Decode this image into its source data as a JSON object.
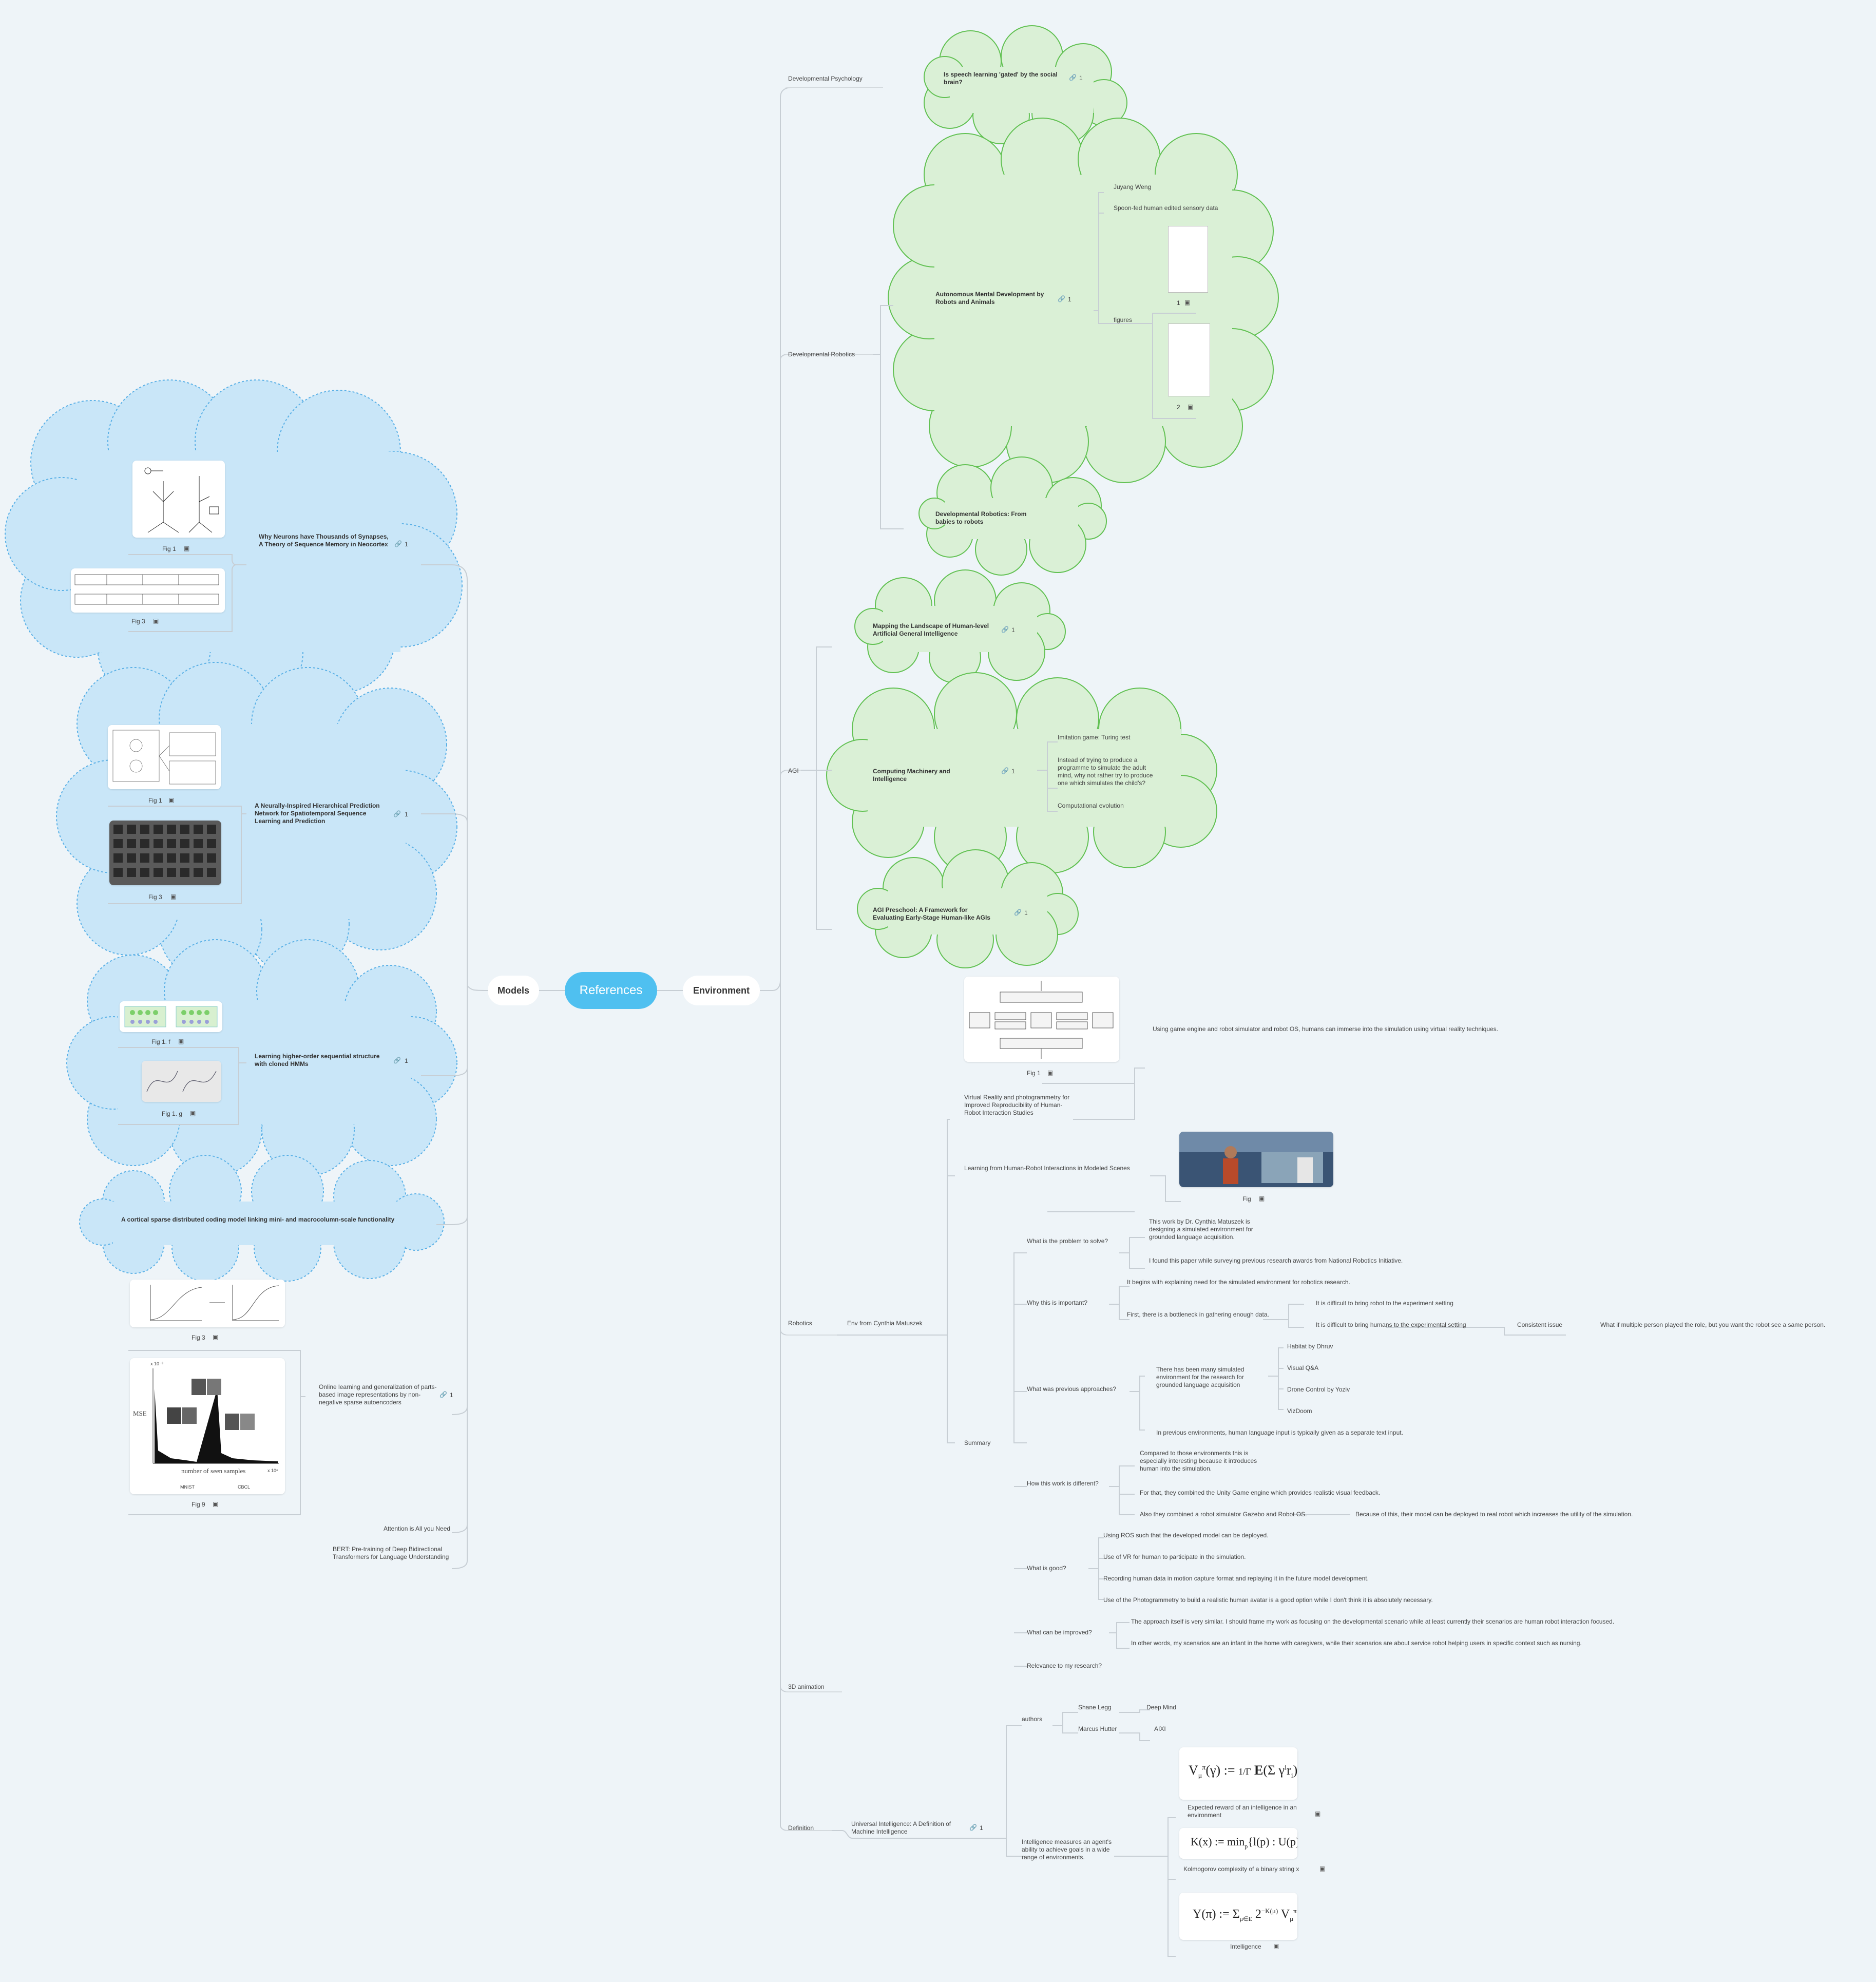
{
  "center": {
    "label": "References"
  },
  "models": {
    "label": "Models",
    "hawkins": {
      "title": "Why Neurons have Thousands of Synapses, A Theory of Sequence Memory in Neocortex",
      "link_count": "1",
      "fig1": "Fig 1",
      "fig3": "Fig 3"
    },
    "nihpn": {
      "title": "A Neurally-Inspired Hierarchical Prediction Network for Spatiotemporal Sequence Learning and Prediction",
      "link_count": "1",
      "fig1": "Fig 1",
      "fig3": "Fig 3"
    },
    "chmm": {
      "title": "Learning higher-order sequential structure with cloned HMMs",
      "link_count": "1",
      "figf": "Fig 1. f",
      "figg": "Fig 1. g"
    },
    "sdc": {
      "title": "A cortical sparse distributed coding model linking mini- and macrocolumn-scale functionality"
    },
    "nnsa": {
      "title": "Online learning and generalization of parts-based image representations by non-negative sparse autoencoders",
      "link_count": "1",
      "fig3": "Fig 3",
      "fig9": "Fig 9",
      "fig9_xlabel": "number of seen samples",
      "fig9_ylabel": "MSE",
      "fig9_exp": "x 10⁻³",
      "fig9_xexp": "x 10⁶",
      "fig9_mnist": "MNIST",
      "fig9_cbcl": "CBCL"
    },
    "attention": "Attention is All you Need",
    "bert": "BERT: Pre-training of Deep Bidirectional Transformers for Language Understanding"
  },
  "environment": {
    "label": "Environment",
    "devpsych": {
      "label": "Developmental Psychology",
      "paper": "Is speech learning 'gated' by the social brain?",
      "link_count": "1"
    },
    "devrob": {
      "label": "Developmental Robotics",
      "amd": "Autonomous Mental Development by Robots and Animals",
      "amd_link_count": "1",
      "weng": "Juyang Weng",
      "spoon": "Spoon-fed human edited sensory data",
      "figures": "figures",
      "fig1": "1",
      "fig2": "2",
      "babies": "Developmental Robotics: From babies to robots"
    },
    "agi": {
      "label": "AGI",
      "mapping": "Mapping the Landscape of Human-level Artificial General Intelligence",
      "mapping_link_count": "1",
      "cmi": "Computing Machinery and Intelligence",
      "cmi_link_count": "1",
      "imitation": "Imitation game: Turing test",
      "child": "Instead of trying to produce a programme to simulate the adult mind, why not rather try to produce one which simulates the child's?",
      "evolution": "Computational evolution",
      "preschool": "AGI Preschool: A Framework for Evaluating Early-Stage Human-like AGIs",
      "preschool_link_count": "1"
    },
    "robotics": {
      "label": "Robotics",
      "env_cm": "Env from Cynthia Matuszek",
      "fig1": "Fig 1",
      "vr_paper": "Virtual Reality and photogrammetry for Improved Reproducibility of Human-Robot Interaction Studies",
      "vr_note": "Using game engine and robot simulator and robot OS, humans can immerse into the simulation using virtual reality techniques.",
      "hri_paper": "Learning from Human-Robot Interactions in Modeled Scenes",
      "fig": "Fig",
      "summary": "Summary",
      "q_problem": "What is the problem to solve?",
      "a_problem1": "This work by Dr. Cynthia Matuszek is designing a simulated environment for grounded language acquisition.",
      "a_problem2": "I found this paper while surveying previous research awards from National Robotics Initiative.",
      "q_important": "Why this is important?",
      "a_imp1": "It begins with explaining need for the simulated environment for robotics research.",
      "a_imp2": "First, there is a bottleneck in gathering enough data.",
      "a_imp2a": "It is difficult to bring robot to the experiment setting",
      "a_imp2b": "It is difficult to bring humans to the experimental setting",
      "consistent": "Consistent issue",
      "same_person": "What if multiple person played the role, but you want the robot see a same person.",
      "q_previous": "What was previous approaches?",
      "a_prev1": "There has been many simulated environment for the research for grounded language acquisition",
      "habitat": "Habitat by Dhruv",
      "vqa": "Visual Q&A",
      "drone": "Drone Control by Yoziv",
      "vizdoom": "VizDoom",
      "a_prev2": "In previous environments, human language input is typically given as a separate text input.",
      "q_different": "How this work is different?",
      "a_diff1": "Compared to those environments this is especially interesting because it introduces human into the simulation.",
      "a_diff2": "For that, they combined the Unity Game engine which provides realistic visual feedback.",
      "a_diff3": "Also they combined a robot simulator Gazebo and Robot OS.",
      "a_diff3a": "Because of this, their model can be deployed to real robot which increases the utility of the simulation.",
      "q_good": "What is good?",
      "g1": "Using ROS such that the developed model can be deployed.",
      "g2": "Use of VR for human to participate in the simulation.",
      "g3": "Recording human data in motion capture format and replaying it in the future model development.",
      "g4": "Use of the Photogrammetry to build a realistic human avatar is a good option while I don't think it is absolutely necessary.",
      "q_improve": "What can be improved?",
      "i1": "The approach itself is very similar. I should frame my work as focusing on the developmental scenario while at least currently their scenarios are human robot interaction focused.",
      "i2": "In other words, my scenarios are an infant in the home with caregivers, while their scenarios are about service robot helping users in specific context such as nursing.",
      "q_relevance": "Relevance to my research?"
    },
    "anim3d": {
      "label": "3D animation"
    },
    "definition": {
      "label": "Definition",
      "ui_paper": "Universal Intelligence: A Definition of Machine Intelligence",
      "ui_link_count": "1",
      "authors": "authors",
      "legg": "Shane Legg",
      "deepmind": "Deep Mind",
      "hutter": "Marcus Hutter",
      "aixi": "AIXI",
      "measure": "Intelligence measures an agent's ability to achieve goals in a wide range of environments.",
      "exp_reward": "Expected reward of an intelligence in an environment",
      "kolmogorov": "Kolmogorov complexity of a binary string x",
      "intelligence": "Intelligence"
    }
  },
  "colors": {
    "root": "#4fc0f0",
    "cloud_blue_fill": "#c9e6f8",
    "cloud_blue_stroke": "#5ab0e6",
    "cloud_green_fill": "#daf0d6",
    "cloud_green_stroke": "#62c153",
    "connector": "#c7ced4",
    "background": "#eef4f8"
  },
  "icons": {
    "link": "link-icon",
    "image": "image-icon"
  }
}
